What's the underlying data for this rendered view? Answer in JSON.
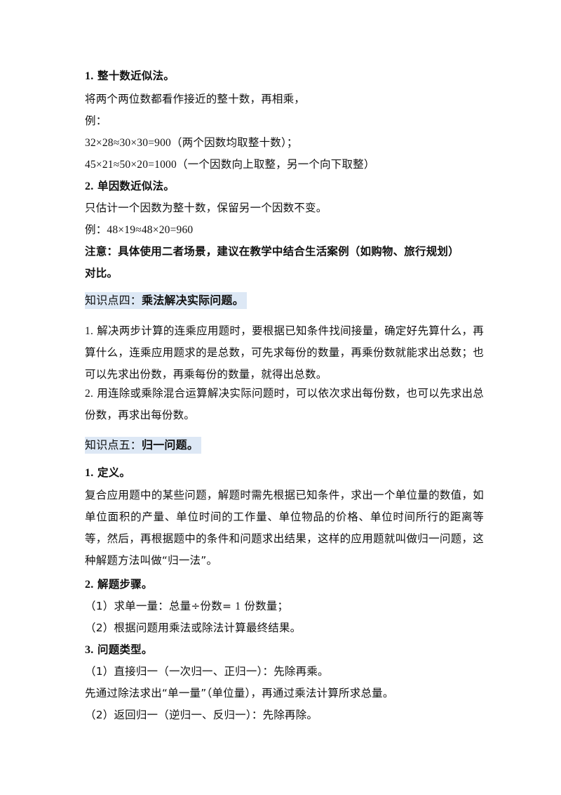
{
  "sec1": {
    "n": "1.",
    "title": "整十数近似法。",
    "desc": "将两个两位数都看作接近的整十数，再相乘，",
    "ex_label": "例：",
    "ex1_expr": "32×28≈30×30=900",
    "ex1_note": "（两个因数均取整十数）；",
    "ex2_expr": "45×21≈50×20=1000",
    "ex2_note": "（一个因数向上取整，另一个向下取整）"
  },
  "sec2": {
    "n": "2.",
    "title": "单因数近似法。",
    "desc": "只估计一个因数为整十数，保留另一个因数不变。",
    "ex_label": "例：",
    "ex_expr": "48×19≈48×20=960"
  },
  "note": {
    "line1": "注意：具体使用二者场景，建议在教学中结合生活案例（如购物、旅行规划）",
    "line2": "对比。"
  },
  "kp4": {
    "label": "知识点四：",
    "title": "乘法解决实际问题。",
    "p1_n": "1.",
    "p1": "解决两步计算的连乘应用题时，要根据已知条件找间接量，确定好先算什么，再算什么，连乘应用题求的是总数，可先求每份的数量，再乘份数就能求出总数；也可以先求出份数，再乘每份的数量，就得出总数。",
    "p2_n": "2.",
    "p2": "用连除或乘除混合运算解决实际问题时，可以依次求出每份数，也可以先求出总份数，再求出每份数。"
  },
  "kp5": {
    "label": "知识点五：",
    "title": "归一问题。",
    "s1_n": "1.",
    "s1_title": "定义。",
    "s1_text": "复合应用题中的某些问题，解题时需先根据已知条件，求出一个单位量的数值，如单位面积的产量、单位时间的工作量、单位物品的价格、单位时间所行的距离等等，然后，再根据题中的条件和问题求出结果，这样的应用题就叫做归一问题，这种解题方法叫做“归一法”。",
    "s2_n": "2.",
    "s2_title": "解题步骤。",
    "s2_step1a": "（1）求单一量：总量÷份数=",
    "s2_step1b": "1",
    "s2_step1c": "份数量；",
    "s2_step2": "（2）根据问题用乘法或除法计算最终结果。",
    "s3_n": "3.",
    "s3_title": "问题类型。",
    "s3_item1": "（1）直接归一（一次归一、正归一）：先除再乘。",
    "s3_item1_desc": "先通过除法求出“单一量”（单位量），再通过乘法计算所求总量。",
    "s3_item2": "（2）返回归一（逆归一、反归一）：先除再除。"
  }
}
